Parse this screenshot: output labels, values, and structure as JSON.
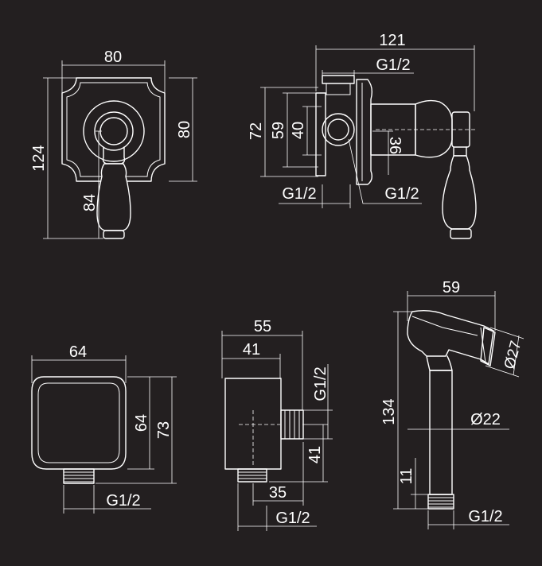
{
  "mixer_front": {
    "width": "80",
    "height": "80",
    "total_height": "124",
    "lever": "84"
  },
  "mixer_side": {
    "depth": "121",
    "inlet_top": "G1/2",
    "h72": "72",
    "h59": "59",
    "h40": "40",
    "h36": "36",
    "inlet_bottom_left": "G1/2",
    "inlet_bottom_right": "G1/2"
  },
  "elbow_front": {
    "width": "64",
    "height": "64",
    "total_height": "73",
    "thread": "G1/2"
  },
  "elbow_side": {
    "depth": "55",
    "body": "41",
    "thread_side": "G1/2",
    "height": "41",
    "offset": "35",
    "thread_bottom": "G1/2"
  },
  "hand_shower": {
    "head": "59",
    "diameter_head": "Ø27",
    "diameter_handle": "Ø22",
    "length": "134",
    "thread_len": "11",
    "thread": "G1/2"
  }
}
